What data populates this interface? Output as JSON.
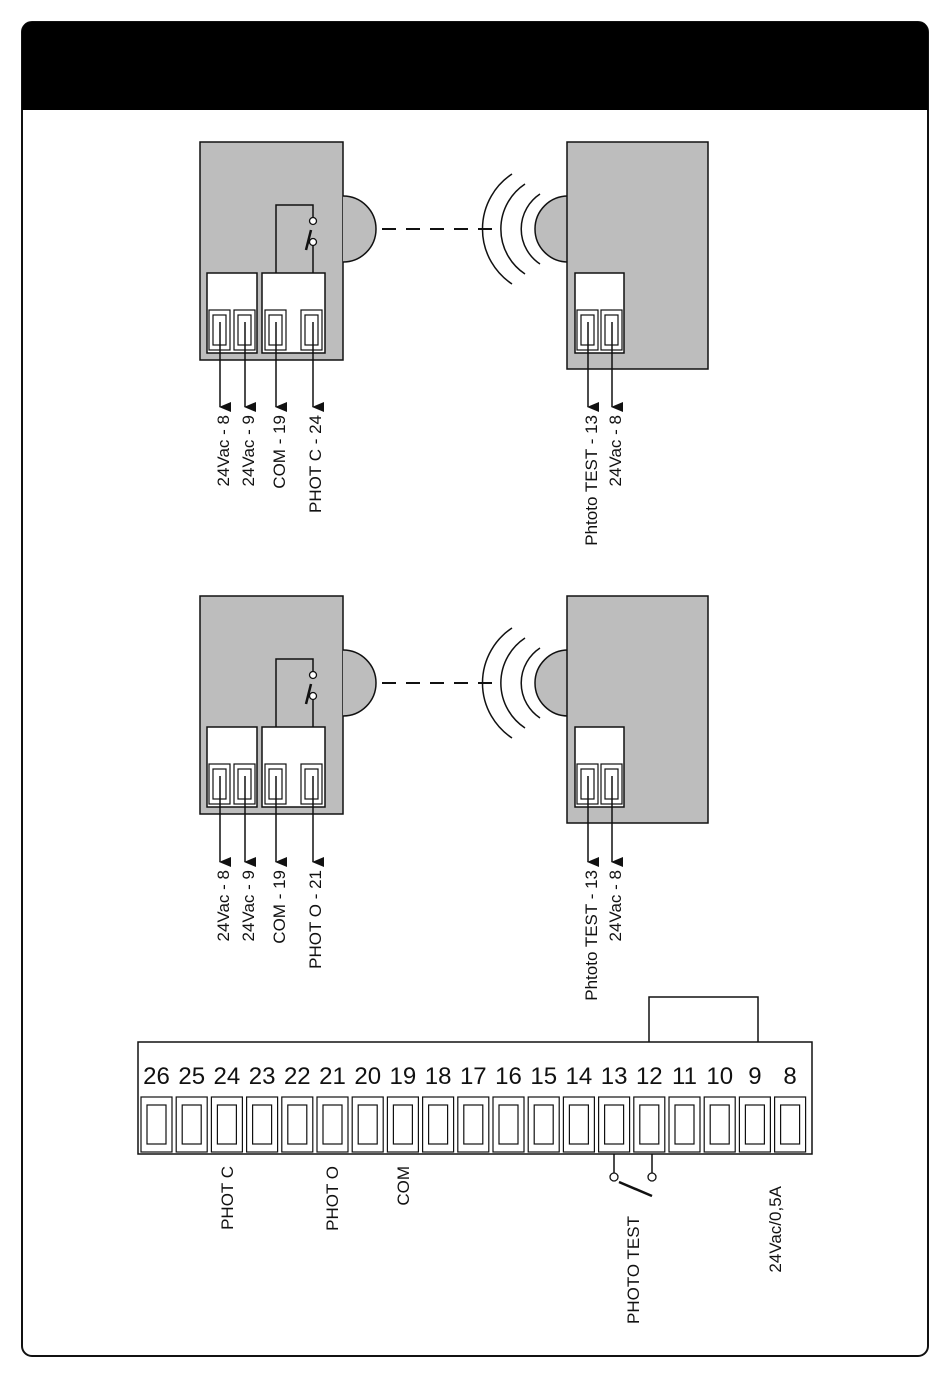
{
  "header": {
    "title": ""
  },
  "colors": {
    "device": "#bdbdbd",
    "ink": "#111111",
    "header": "#000000"
  },
  "photocell_c": {
    "tx_labels": [
      "24Vac -  8",
      "24Vac -  9",
      "COM - 19",
      "PHOT  C - 24"
    ],
    "rx_labels": [
      "Phtoto TEST - 13",
      "24Vac -  8"
    ]
  },
  "photocell_o": {
    "tx_labels": [
      "24Vac -  8",
      "24Vac -  9",
      "COM - 19",
      "PHOT O - 21"
    ],
    "rx_labels": [
      "Phtoto TEST - 13",
      "24Vac -  8"
    ]
  },
  "terminal_block": {
    "numbers": [
      "26",
      "25",
      "24",
      "23",
      "22",
      "21",
      "20",
      "19",
      "18",
      "17",
      "16",
      "15",
      "14",
      "13",
      "12",
      "11",
      "10",
      "9",
      "8"
    ],
    "labels": {
      "phot_c": "PHOT C",
      "phot_o": "PHOT O",
      "com": "COM",
      "photo_test": "PHOTO TEST",
      "power": "24Vac/0,5A"
    }
  }
}
